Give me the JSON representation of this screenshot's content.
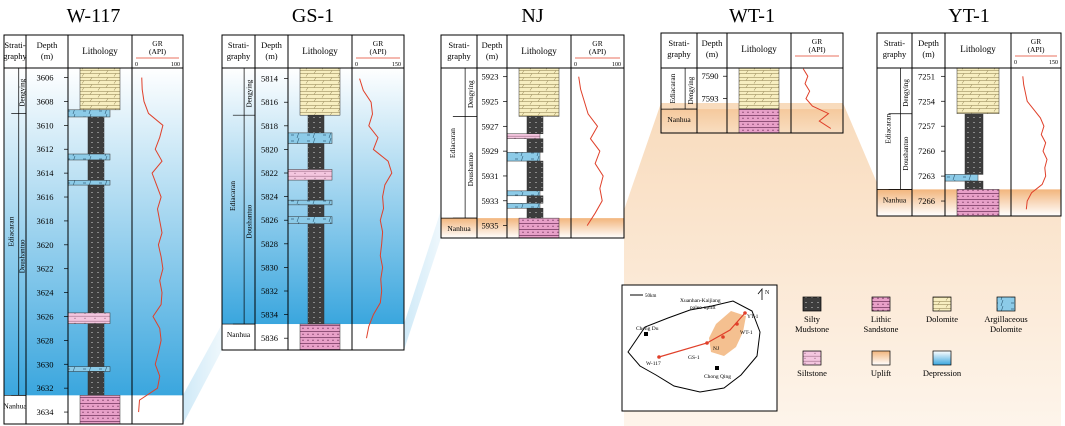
{
  "headers": {
    "stratigraphy": [
      "Strati-",
      "graphy"
    ],
    "depth": [
      "Depth",
      "(m)"
    ],
    "lithology": "Lithology",
    "gr": [
      "GR",
      "(API)"
    ]
  },
  "colors": {
    "mudstone": "#3d3d3d",
    "sandstone": "#e8a0c8",
    "siltstone": "#f4c6df",
    "dolomite": "#f7eec0",
    "argillaceous_dolomite": "#8ccbe8",
    "uplift": "#f2b57c",
    "depression": "#3aa6de",
    "gr_curve": "#e0402a"
  },
  "wells": [
    {
      "name": "W-117",
      "gr_scale": [
        "0",
        "100"
      ],
      "depths": [
        "3606",
        "3608",
        "3610",
        "3612",
        "3614",
        "3616",
        "3618",
        "3620",
        "3622",
        "3624",
        "3626",
        "3628",
        "3630",
        "3632",
        "3634"
      ],
      "system": "Ediacaran",
      "formations": [
        {
          "label": "Dengying",
          "from": 3605.2,
          "to": 3609.0
        },
        {
          "label": "Doushantuo",
          "from": 3609.0,
          "to": 3632.6
        }
      ],
      "base": "Nanhua",
      "base_top": 3632.6,
      "range": [
        3605.2,
        3635.0
      ],
      "env": "depression",
      "litho": [
        [
          "dolomite",
          3605.2,
          3608.7
        ],
        [
          "argdol",
          3608.7,
          3609.3
        ],
        [
          "mudstone",
          3609.3,
          3612.4
        ],
        [
          "argdol",
          3612.4,
          3612.9
        ],
        [
          "mudstone",
          3612.9,
          3614.6
        ],
        [
          "argdol",
          3614.6,
          3615.0
        ],
        [
          "mudstone",
          3615.0,
          3625.7
        ],
        [
          "siltstone",
          3625.7,
          3626.6
        ],
        [
          "mudstone",
          3626.6,
          3630.2
        ],
        [
          "argdol",
          3630.2,
          3630.6
        ],
        [
          "mudstone",
          3630.6,
          3632.6
        ],
        [
          "sandstone",
          3632.6,
          3635.0
        ]
      ],
      "gr": [
        [
          3606,
          15
        ],
        [
          3607,
          16
        ],
        [
          3608,
          20
        ],
        [
          3609,
          30
        ],
        [
          3610,
          62
        ],
        [
          3611,
          55
        ],
        [
          3612,
          45
        ],
        [
          3613,
          60
        ],
        [
          3614,
          38
        ],
        [
          3615,
          48
        ],
        [
          3616,
          58
        ],
        [
          3617,
          50
        ],
        [
          3618,
          55
        ],
        [
          3619,
          60
        ],
        [
          3620,
          52
        ],
        [
          3621,
          58
        ],
        [
          3622,
          62
        ],
        [
          3623,
          55
        ],
        [
          3624,
          60
        ],
        [
          3625,
          58
        ],
        [
          3626,
          40
        ],
        [
          3627,
          55
        ],
        [
          3628,
          58
        ],
        [
          3629,
          52
        ],
        [
          3630,
          45
        ],
        [
          3631,
          55
        ],
        [
          3632,
          50
        ],
        [
          3633,
          10
        ],
        [
          3634,
          8
        ]
      ]
    },
    {
      "name": "GS-1",
      "gr_scale": [
        "0",
        "150"
      ],
      "depths": [
        "5814",
        "5816",
        "5818",
        "5820",
        "5822",
        "5824",
        "5826",
        "5828",
        "5830",
        "5832",
        "5834",
        "5836"
      ],
      "system": "Ediacaran",
      "formations": [
        {
          "label": "Dengying",
          "from": 5813.1,
          "to": 5817.1
        },
        {
          "label": "Doushantuo",
          "from": 5817.1,
          "to": 5834.8
        }
      ],
      "base": "Nanhua",
      "base_top": 5834.8,
      "range": [
        5813.1,
        5837.0
      ],
      "env": "depression",
      "litho": [
        [
          "dolomite",
          5813.1,
          5817.1
        ],
        [
          "mudstone",
          5817.1,
          5818.6
        ],
        [
          "argdol",
          5818.6,
          5819.5
        ],
        [
          "mudstone",
          5819.5,
          5821.7
        ],
        [
          "siltstone",
          5821.7,
          5822.6
        ],
        [
          "mudstone",
          5822.6,
          5824.3
        ],
        [
          "argdol",
          5824.3,
          5824.7
        ],
        [
          "mudstone",
          5824.7,
          5825.7
        ],
        [
          "argdol",
          5825.7,
          5826.3
        ],
        [
          "mudstone",
          5826.3,
          5834.8
        ],
        [
          "sandstone",
          5834.8,
          5837.0
        ]
      ],
      "gr": [
        [
          5814,
          10
        ],
        [
          5815,
          18
        ],
        [
          5816,
          35
        ],
        [
          5817,
          38
        ],
        [
          5818,
          30
        ],
        [
          5819,
          50
        ],
        [
          5820,
          40
        ],
        [
          5821,
          72
        ],
        [
          5822,
          80
        ],
        [
          5823,
          65
        ],
        [
          5824,
          60
        ],
        [
          5825,
          62
        ],
        [
          5826,
          55
        ],
        [
          5827,
          60
        ],
        [
          5828,
          58
        ],
        [
          5829,
          55
        ],
        [
          5830,
          60
        ],
        [
          5831,
          56
        ],
        [
          5832,
          58
        ],
        [
          5833,
          55
        ],
        [
          5834,
          40
        ],
        [
          5835,
          30
        ],
        [
          5836,
          25
        ]
      ]
    },
    {
      "name": "NJ",
      "gr_scale": [
        "0",
        "100"
      ],
      "depths": [
        "5923",
        "5925",
        "5927",
        "5929",
        "5931",
        "5933",
        "5935"
      ],
      "system": "Ediacaran",
      "formations": [
        {
          "label": "Dengying",
          "from": 5922.3,
          "to": 5926.2
        },
        {
          "label": "Doushantuo",
          "from": 5926.2,
          "to": 5934.4
        }
      ],
      "base": "Nanhua",
      "base_top": 5934.4,
      "range": [
        5922.3,
        5936.0
      ],
      "env": "uplift",
      "litho": [
        [
          "dolomite",
          5922.3,
          5926.2
        ],
        [
          "mudstone",
          5926.2,
          5927.6
        ],
        [
          "siltstone",
          5927.6,
          5928.0
        ],
        [
          "mudstone",
          5928.0,
          5929.1
        ],
        [
          "argdol",
          5929.1,
          5929.8
        ],
        [
          "mudstone",
          5929.8,
          5932.2
        ],
        [
          "argdol",
          5932.2,
          5932.6
        ],
        [
          "mudstone",
          5932.6,
          5933.2
        ],
        [
          "argdol",
          5933.2,
          5933.6
        ],
        [
          "mudstone",
          5933.6,
          5934.4
        ],
        [
          "sandstone",
          5934.4,
          5936.0
        ]
      ],
      "gr": [
        [
          5923,
          10
        ],
        [
          5924,
          14
        ],
        [
          5925,
          22
        ],
        [
          5926,
          30
        ],
        [
          5927,
          50
        ],
        [
          5928,
          35
        ],
        [
          5929,
          55
        ],
        [
          5930,
          45
        ],
        [
          5931,
          62
        ],
        [
          5932,
          55
        ],
        [
          5933,
          60
        ],
        [
          5934,
          45
        ],
        [
          5935,
          28
        ]
      ]
    },
    {
      "name": "WT-1",
      "gr_scale": [],
      "depths": [
        "7590",
        "7593"
      ],
      "system": "Ediacaran",
      "formations": [
        {
          "label": "Dengying",
          "from": 7588.9,
          "to": 7594.4
        }
      ],
      "base": "Nanhua",
      "base_top": 7594.4,
      "range": [
        7588.9,
        7597.6
      ],
      "env": "uplift",
      "litho": [
        [
          "dolomite",
          7588.9,
          7594.4
        ],
        [
          "sandstone",
          7594.4,
          7597.6
        ]
      ],
      "gr": [
        [
          7589,
          20
        ],
        [
          7590,
          30
        ],
        [
          7591,
          24
        ],
        [
          7592,
          34
        ],
        [
          7593,
          26
        ],
        [
          7594,
          40
        ],
        [
          7595,
          75
        ],
        [
          7596,
          55
        ],
        [
          7597,
          80
        ]
      ]
    },
    {
      "name": "YT-1",
      "gr_scale": [
        "0",
        "150"
      ],
      "depths": [
        "7251",
        "7254",
        "7257",
        "7260",
        "7263",
        "7266"
      ],
      "system": "Ediacaran",
      "formations": [
        {
          "label": "Dengying",
          "from": 7250.0,
          "to": 7255.5
        },
        {
          "label": "Doushantuo",
          "from": 7255.5,
          "to": 7264.6
        }
      ],
      "base": "Nanhua",
      "base_top": 7264.6,
      "range": [
        7250.0,
        7267.8
      ],
      "env": "uplift",
      "litho": [
        [
          "dolomite",
          7250.0,
          7255.5
        ],
        [
          "mudstone",
          7255.5,
          7262.8
        ],
        [
          "argdol",
          7262.8,
          7263.6
        ],
        [
          "mudstone",
          7263.6,
          7264.6
        ],
        [
          "sandstone",
          7264.6,
          7267.8
        ]
      ],
      "gr": [
        [
          7251,
          20
        ],
        [
          7252,
          22
        ],
        [
          7253,
          26
        ],
        [
          7254,
          30
        ],
        [
          7255,
          45
        ],
        [
          7256,
          60
        ],
        [
          7257,
          68
        ],
        [
          7258,
          62
        ],
        [
          7259,
          72
        ],
        [
          7260,
          66
        ],
        [
          7261,
          75
        ],
        [
          7262,
          70
        ],
        [
          7263,
          72
        ],
        [
          7264,
          64
        ],
        [
          7265,
          40
        ],
        [
          7266,
          30
        ],
        [
          7267,
          28
        ]
      ]
    }
  ],
  "map": {
    "scale": "50km",
    "north": "N",
    "uplift_label": [
      "Xuanhan-Kaijiang",
      "paleo-uplift"
    ],
    "cities": [
      "Cheng Du",
      "Chong Qing"
    ],
    "well_labels": [
      "W-117",
      "GS-1",
      "NJ",
      "WT-1",
      "YT-1"
    ]
  },
  "legend": [
    {
      "key": "mudstone",
      "label": [
        "Silty",
        "Mudstone"
      ]
    },
    {
      "key": "sandstone",
      "label": [
        "Lithic",
        "Sandstone"
      ]
    },
    {
      "key": "dolomite",
      "label": [
        "Dolomite"
      ]
    },
    {
      "key": "argdol",
      "label": [
        "Argillaceous",
        "Dolomite"
      ]
    },
    {
      "key": "siltstone",
      "label": [
        "Siltstone"
      ]
    },
    {
      "key": "uplift",
      "label": [
        "Uplift"
      ]
    },
    {
      "key": "depression",
      "label": [
        "Depression"
      ]
    }
  ]
}
